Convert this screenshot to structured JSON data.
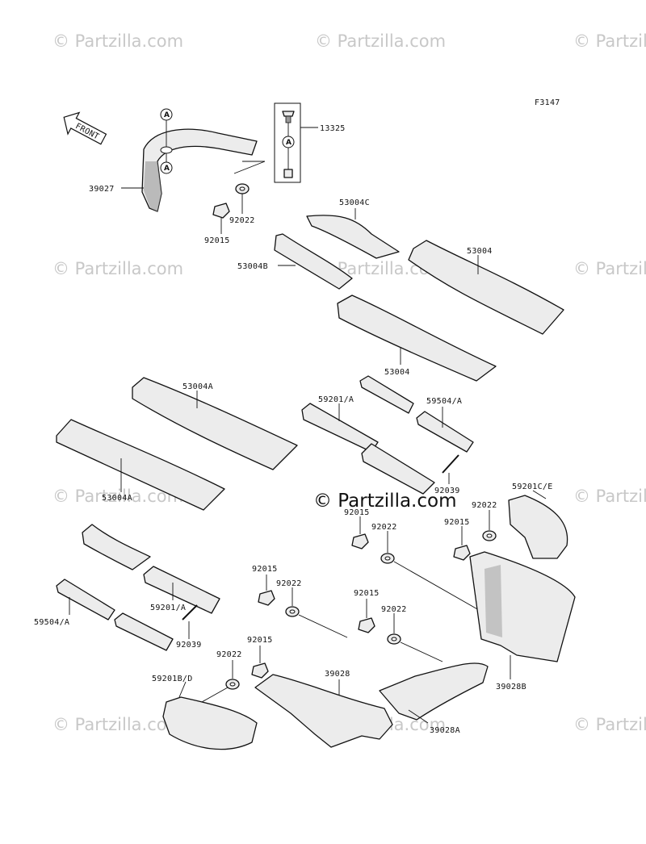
{
  "figure_code": "F3147",
  "front_label": "FRONT",
  "watermark_text": "© Partzilla.com",
  "center_watermark": "© Partzilla.com",
  "callout_letter": "A",
  "parts": {
    "p39027": "39027",
    "p13325": "13325",
    "p92022_top": "92022",
    "p92015_top": "92015",
    "p53004C": "53004C",
    "p53004B": "53004B",
    "p53004_top": "53004",
    "p53004_mid": "53004",
    "p53004A_top": "53004A",
    "p53004A_bot": "53004A",
    "p59201A_top": "59201/A",
    "p59504A_top": "59504/A",
    "p92039_top": "92039",
    "p59201CE": "59201C/E",
    "p92022_r1": "92022",
    "p92015_r1": "92015",
    "p92015_c1": "92015",
    "p92022_c1": "92022",
    "p92015_c2": "92015",
    "p92022_c2": "92022",
    "p92015_c3": "92015",
    "p92022_c3": "92022",
    "p92015_c4": "92015",
    "p92022_c4": "92022",
    "p59201A_bot": "59201/A",
    "p59504A_bot": "59504/A",
    "p92039_bot": "92039",
    "p59201BD": "59201B/D",
    "p39028": "39028",
    "p39028A": "39028A",
    "p39028B": "39028B"
  },
  "colors": {
    "watermark": "#c8c8c8",
    "line": "#111111"
  }
}
